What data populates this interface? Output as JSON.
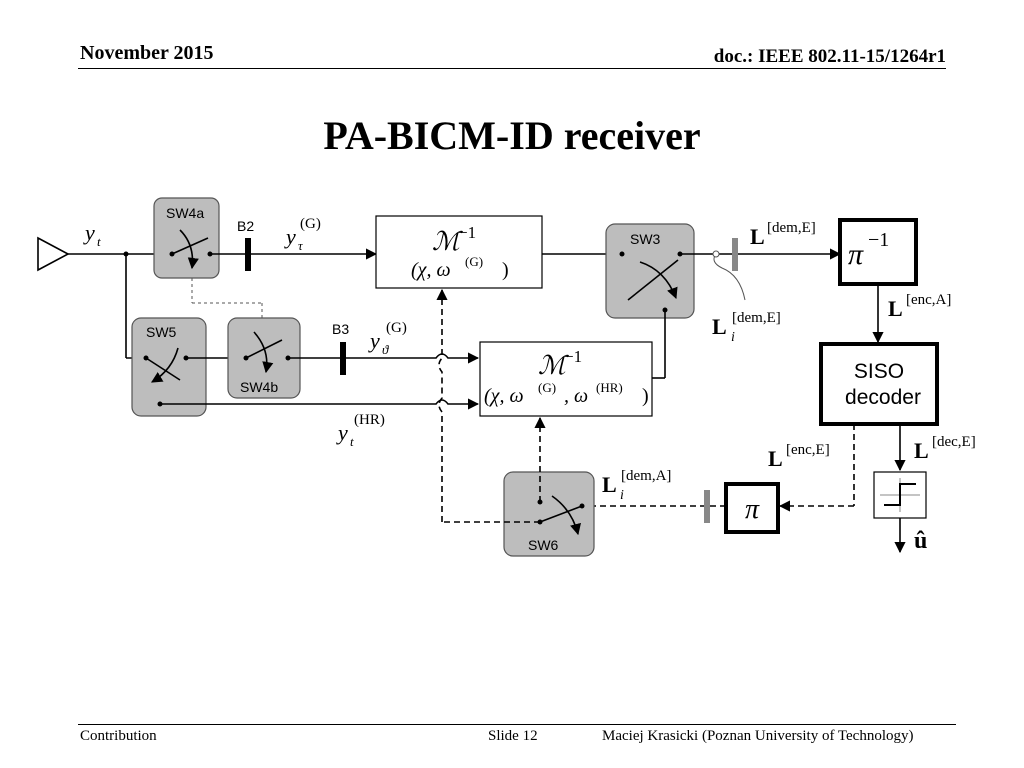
{
  "header": {
    "date": "November 2015",
    "doc": "doc.: IEEE 802.11-15/1264r1"
  },
  "title": "PA-BICM-ID receiver",
  "footer": {
    "left": "Contribution",
    "slide": "Slide 12",
    "author": "Maciej Krasicki (Poznan University of Technology)"
  },
  "diagram": {
    "switches": {
      "sw4a": "SW4a",
      "sw4b": "SW4b",
      "sw5": "SW5",
      "sw3": "SW3",
      "sw6": "SW6"
    },
    "buffers": {
      "b2": "B2",
      "b3": "B3"
    },
    "demapper1": {
      "main": "ℳ",
      "sup": "−1",
      "args": "(χ, ω",
      "args_sup": "(G)",
      "args_end": ")"
    },
    "demapper2": {
      "main": "ℳ",
      "sup": "−1",
      "args": "(χ, ω",
      "args_sup": "(G)",
      "args_mid": ", ω",
      "args_sup2": "(HR)",
      "args_end": ")"
    },
    "deinterleaver": {
      "main": "π",
      "sup": "−1"
    },
    "interleaver": "π",
    "decoder": {
      "line1": "SISO",
      "line2": "decoder"
    },
    "signals": {
      "y_t": {
        "base": "y",
        "sub": "t"
      },
      "y_tau": {
        "base": "y",
        "sub": "τ",
        "sup": "(G)"
      },
      "y_theta": {
        "base": "y",
        "sub": "ϑ",
        "sup": "(G)"
      },
      "y_hr": {
        "base": "y",
        "sub": "t",
        "sup": "(HR)"
      },
      "l_dem_e": {
        "base": "L",
        "sup": "[dem,E]"
      },
      "l_i_dem_e": {
        "base": "L",
        "sub": "i",
        "sup": "[dem,E]"
      },
      "l_enc_a": {
        "base": "L",
        "sup": "[enc,A]"
      },
      "l_enc_e": {
        "base": "L",
        "sup": "[enc,E]"
      },
      "l_dec_e": {
        "base": "L",
        "sup": "[dec,E]"
      },
      "l_i_dem_a": {
        "base": "L",
        "sub": "i",
        "sup": "[dem,A]"
      },
      "u_hat": "û"
    }
  }
}
